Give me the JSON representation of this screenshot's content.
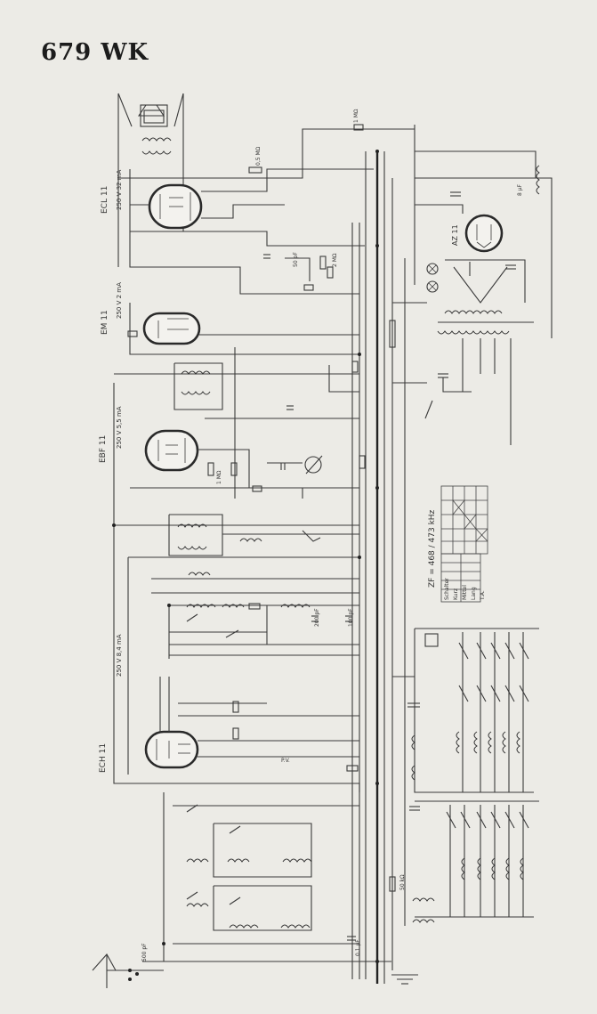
{
  "header": {
    "title": "679 WK"
  },
  "tubes": [
    {
      "id": "ecl11",
      "label": "ECL 11",
      "note": "250 V 32 mA"
    },
    {
      "id": "em11",
      "label": "EM 11",
      "note": "250 V 2 mA"
    },
    {
      "id": "ebf11",
      "label": "EBF 11",
      "note": "250 V 5,5 mA"
    },
    {
      "id": "ech11",
      "label": "ECH 11",
      "note": "250 V 8,4 mA"
    },
    {
      "id": "az11",
      "label": "AZ 11"
    }
  ],
  "notes": {
    "zf": "ZF = 468 / 473 kHz",
    "switch_rows": [
      "Schalter",
      "Kurz",
      "Mittel",
      "Lang",
      "T.A."
    ]
  },
  "labels": {
    "r_1mohm": "1 MΩ",
    "r_05mohm": "0,5 MΩ",
    "r_2mohm": "2 MΩ",
    "r_50kohm": "50 kΩ",
    "c_50pf": "50 pF",
    "c_100pf": "100 pF",
    "c_200pf": "200 pF",
    "c_500pf": "500 pF",
    "c_01uf": "0,1 µF",
    "c_8uf": "8 µF",
    "pv": "P.V."
  }
}
